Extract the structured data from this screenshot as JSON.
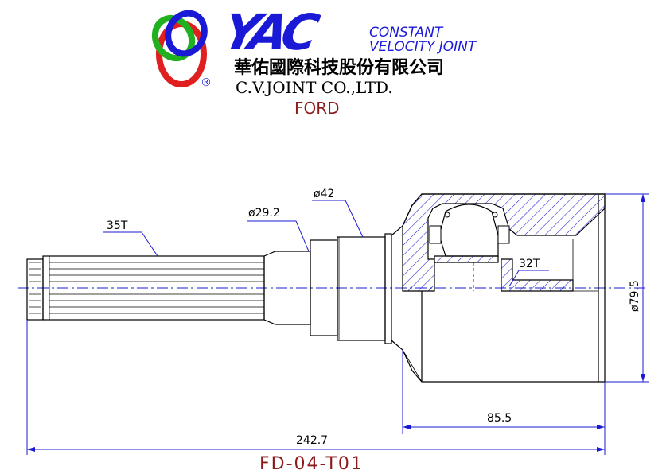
{
  "header": {
    "logo_mark": "YAC",
    "registered_mark": "®",
    "subtitle_line1": "CONSTANT",
    "subtitle_line2": "VELOCITY JOINT",
    "company_chinese": "華佑國際科技股份有限公司",
    "company_english": "C.V.JOINT CO.,LTD.",
    "make": "FORD"
  },
  "dimensions": {
    "spline_outer": "35T",
    "shaft_diameter": "ø29.2",
    "seal_diameter": "ø42",
    "spline_inner": "32T",
    "housing_diameter": "ø79.5",
    "housing_length": "85.5",
    "overall_length": "242.7"
  },
  "part_number": "FD-04-T01",
  "colors": {
    "logo_blue": "#1a1ad6",
    "ring_red": "#e02020",
    "ring_green": "#20b020",
    "ring_blue": "#1a1ad6",
    "title_red": "#8b1a1a",
    "dimension_blue": "#1a1ad6"
  }
}
